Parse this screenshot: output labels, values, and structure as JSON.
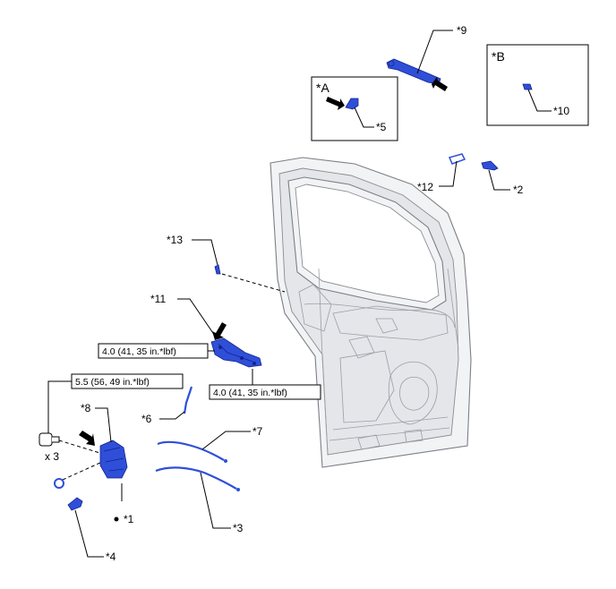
{
  "labels": {
    "p1": "*1",
    "p2": "*2",
    "p3": "*3",
    "p4": "*4",
    "p5": "*5",
    "p6": "*6",
    "p7": "*7",
    "p8": "*8",
    "p9": "*9",
    "p10": "*10",
    "p11": "*11",
    "p12": "*12",
    "p13": "*13",
    "detail_a": "*A",
    "detail_b": "*B"
  },
  "torque": {
    "t1": "4.0 (41, 35 in.*lbf)",
    "t2": "4.0 (41, 35 in.*lbf)",
    "t3": "5.5 (56, 49 in.*lbf)"
  },
  "quantity": {
    "bolt_count": "x 3"
  },
  "colors": {
    "part_blue": "#2f4fd8",
    "door_gray": "#e4e6ea"
  }
}
